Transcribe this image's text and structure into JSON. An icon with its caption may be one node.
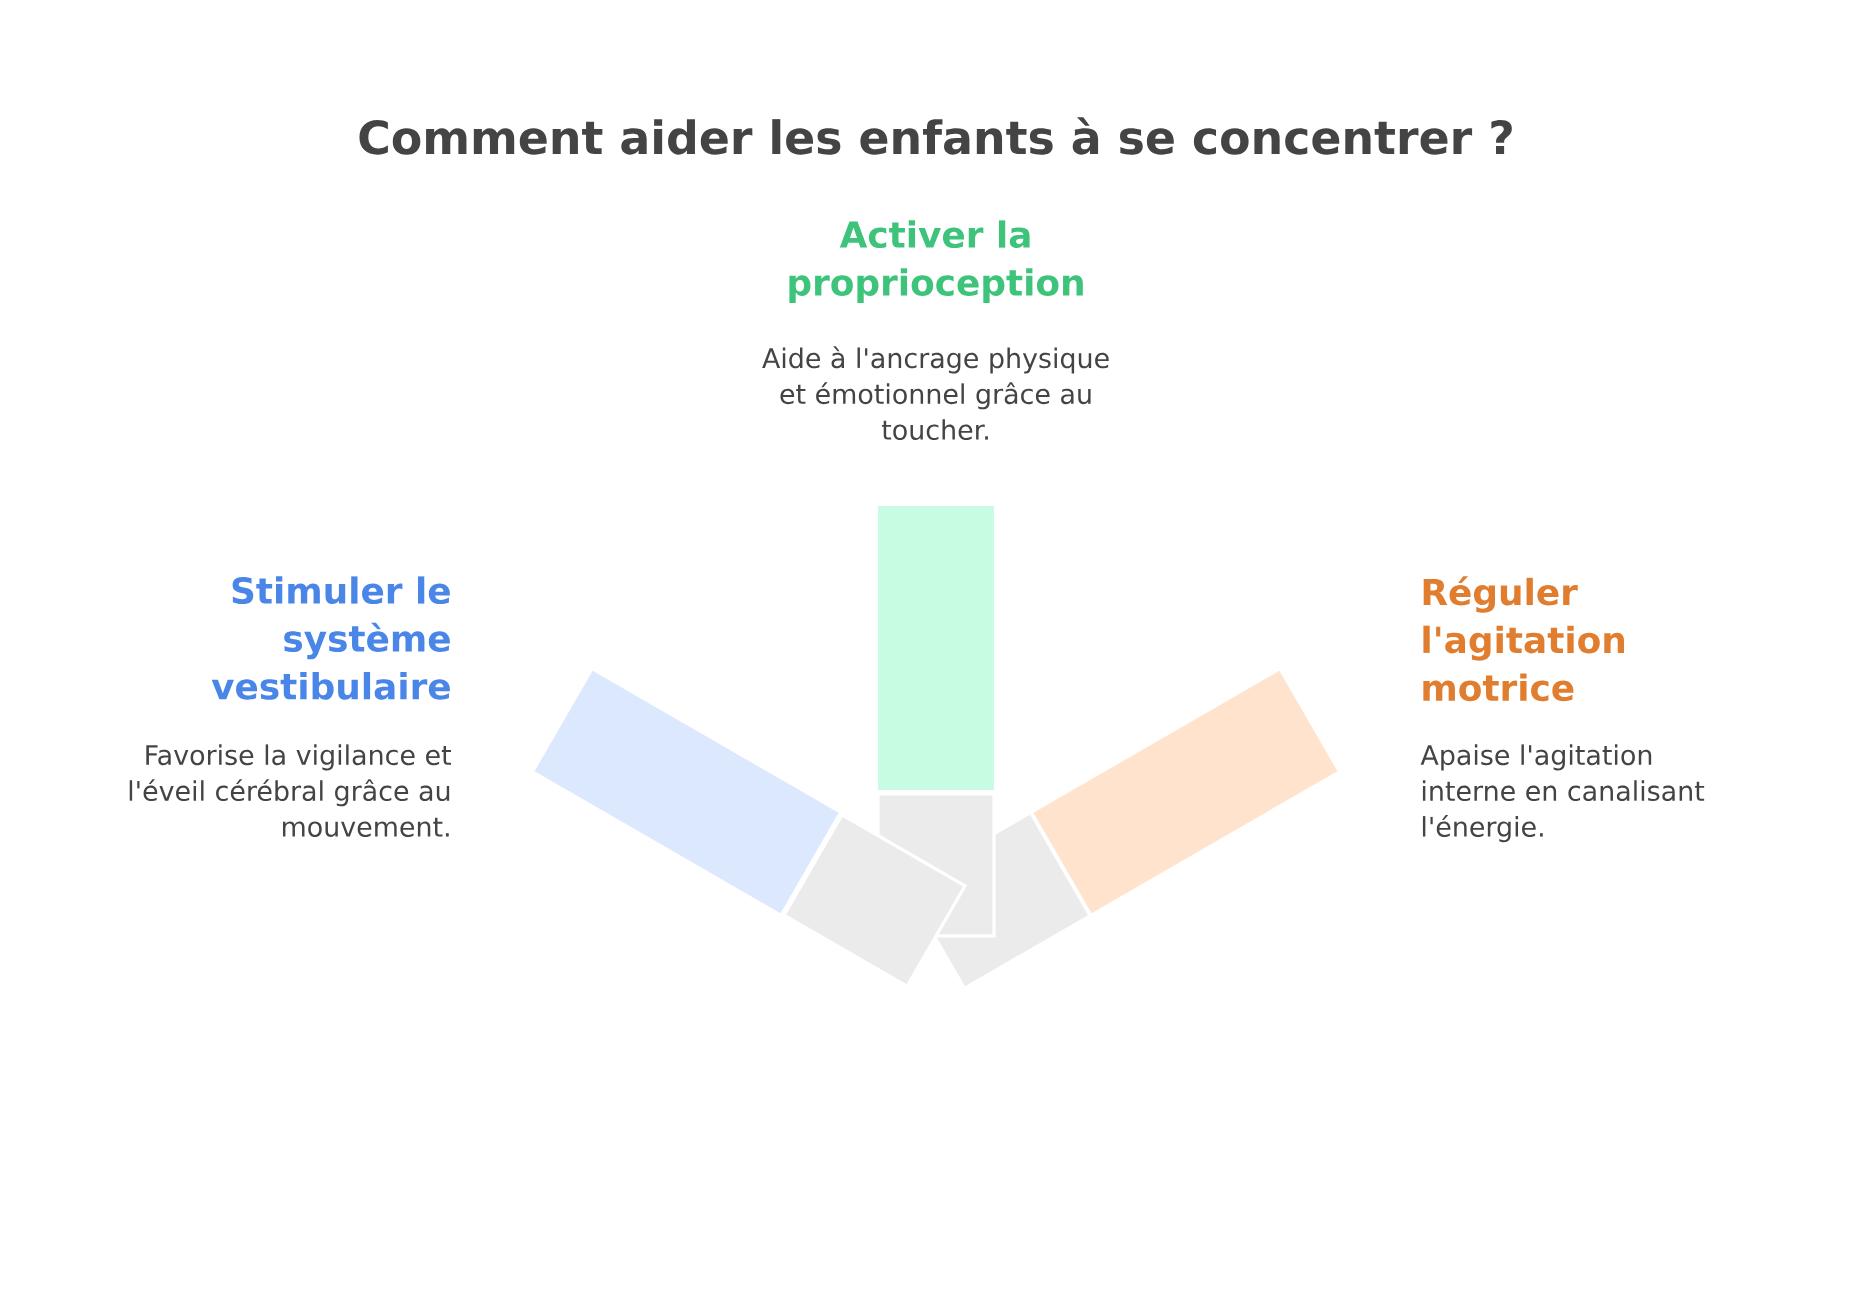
{
  "diagram": {
    "title": "Comment aider les enfants à se concentrer ?",
    "nodes": [
      {
        "text": [],
        "shape": "bar",
        "beside": [
          "Stimuler le système vestibulaire",
          "Favorise la vigilance et l'éveil cérébral grâce au mouvement."
        ]
      },
      {
        "text": [],
        "shape": "box"
      },
      {
        "text": [],
        "shape": "bar",
        "beside": [
          "Activer la proprioception",
          "Aide à l'ancrage physique et émotionnel grâce au toucher."
        ]
      },
      {
        "text": [],
        "shape": "box"
      },
      {
        "text": [],
        "shape": "bar",
        "beside": [
          "Réguler l'agitation motrice",
          "Apaise l'agitation interne en canalisant l'énergie."
        ]
      },
      {
        "text": [],
        "shape": "box"
      }
    ]
  }
}
